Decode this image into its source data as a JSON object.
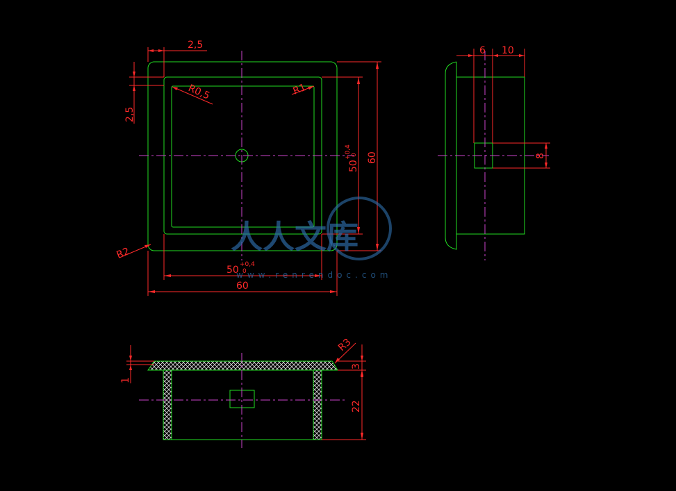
{
  "colors": {
    "background": "#000000",
    "outline": "#22dd22",
    "dimension": "#ff2a2a",
    "centerline": "#cc44cc",
    "hatch": "#dddddd",
    "watermark": "#2e6fae"
  },
  "front_view": {
    "dim_wall_top": "2,5",
    "dim_wall_left": "2,5",
    "radius_inner_corner": "R0,5",
    "radius_inner_right": "R1",
    "radius_outer_corner": "R2",
    "dim_inner_width": "50",
    "dim_inner_width_tol": "+0,4",
    "dim_inner_width_tol_low": "0",
    "dim_outer_width": "60",
    "dim_inner_height": "50",
    "dim_inner_height_tol": "+0,4",
    "dim_inner_height_tol_low": "0",
    "dim_outer_height": "60"
  },
  "side_view": {
    "dim_flange": "6",
    "dim_depth": "10",
    "dim_boss": "8"
  },
  "section_view": {
    "radius_flange": "R3",
    "dim_flange_thickness": "3",
    "dim_wall_offset": "1",
    "dim_height": "22"
  },
  "watermark": {
    "text": "人人文库",
    "url": "www.renrendoc.com"
  }
}
